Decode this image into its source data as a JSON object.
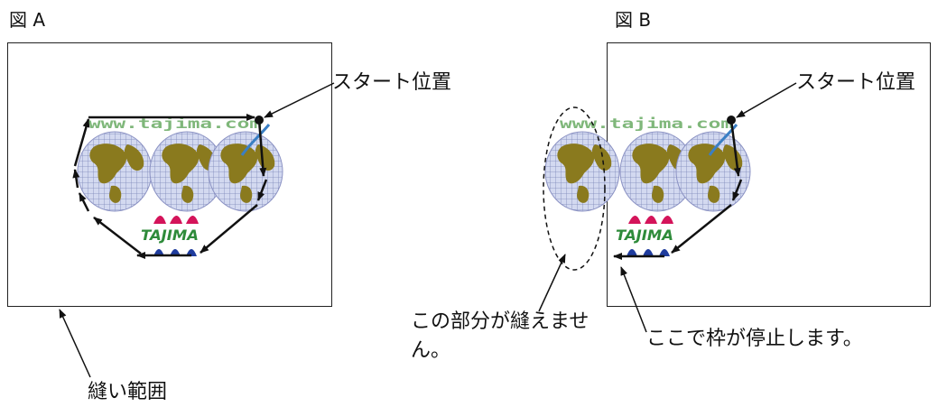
{
  "figures": {
    "a_label": "図 A",
    "b_label": "図 B"
  },
  "labels": {
    "start_a": "スタート位置",
    "start_b": "スタート位置",
    "sewing_area": "縫い範囲",
    "cannot_sew_line1": "この部分が縫えませ",
    "cannot_sew_line2": "ん。",
    "frame_stops": "ここで枠が停止します。"
  },
  "logo": {
    "url_text": "www.tajima.com",
    "brand_text": "TAJIMA"
  },
  "colors": {
    "globe_water": "#c9d1ec",
    "globe_grid": "#7d86b8",
    "land": "#8a7a1e",
    "url_text": "#7fb77a",
    "logo_red": "#d4145a",
    "logo_green": "#2e8b3a",
    "logo_blue": "#1f3c9e",
    "arrow": "#111111"
  }
}
